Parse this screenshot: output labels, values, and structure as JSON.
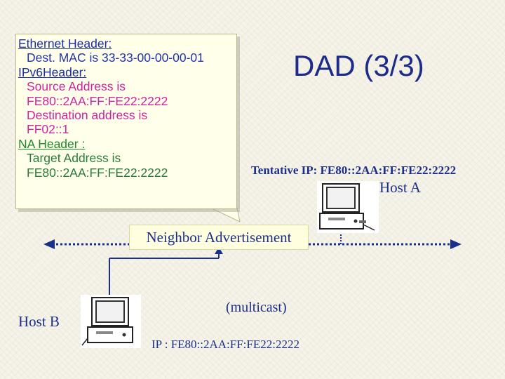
{
  "title": "DAD (3/3)",
  "callout": {
    "lines": [
      {
        "text": "Ethernet Header:",
        "style": "h1"
      },
      {
        "text": "Dest. MAC is 33-33-00-00-00-01",
        "style": "c-mac"
      },
      {
        "text": "IPv6Header:",
        "style": "h1"
      },
      {
        "text": "Source Address is",
        "style": "c-pink"
      },
      {
        "text": "FE80::2AA:FF:FE22:2222",
        "style": "c-pink"
      },
      {
        "text": "Destination address is",
        "style": "c-pink"
      },
      {
        "text": "FF02::1",
        "style": "c-pink"
      },
      {
        "text": "NA Header :",
        "style": "h2"
      },
      {
        "text": "Target Address is",
        "style": "c-green"
      },
      {
        "text": "FE80::2AA:FF:FE22:2222",
        "style": "c-green"
      }
    ]
  },
  "host_a": {
    "tentative_label": "Tentative IP: FE80::2AA:FF:FE22:2222",
    "name": "Host A"
  },
  "host_b": {
    "name": "Host B",
    "ip_label": "IP : FE80::2AA:FF:FE22:2222"
  },
  "network": {
    "message_label": "Neighbor Advertisement",
    "delivery_label": "(multicast)"
  },
  "colors": {
    "text_blue": "#1a2f8a",
    "accent_pink": "#d0249e",
    "accent_green": "#1a8a2a",
    "callout_bg": "#ffffea"
  }
}
